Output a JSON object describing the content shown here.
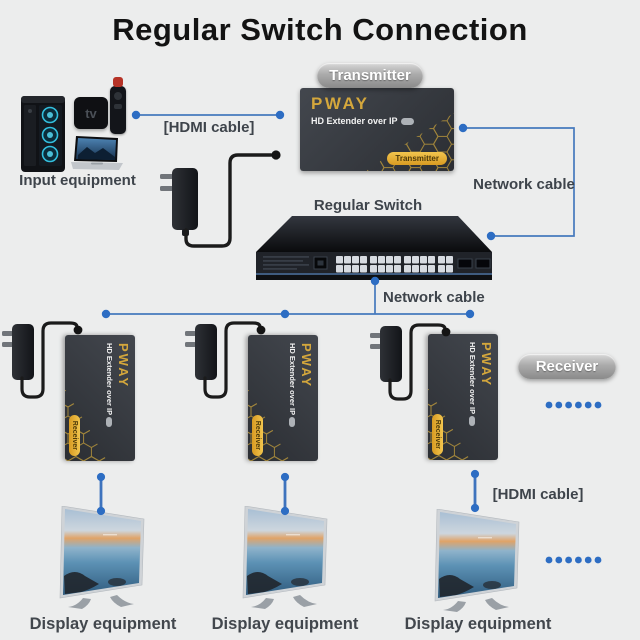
{
  "title": "Regular Switch Connection",
  "tags": {
    "transmitter": "Transmitter",
    "receiver": "Receiver"
  },
  "card": {
    "brand": "PWAY",
    "product": "HD Extender over IP",
    "transmitter_role": "Transmitter",
    "receiver_role": "Receiver"
  },
  "input_group": {
    "label": "Input equipment",
    "tv_box_text": "tv"
  },
  "switch_label": "Regular Switch",
  "connections": {
    "hdmi_top": "[HDMI cable]",
    "hdmi_bottom": "[HDMI cable]",
    "network_top": "Network cable",
    "network_bottom": "Network cable"
  },
  "displays": [
    {
      "label": "Display equipment"
    },
    {
      "label": "Display equipment"
    },
    {
      "label": "Display equipment"
    }
  ],
  "more_indicators": {
    "receiver_dots_count": 6,
    "display_dots_count": 6
  },
  "colors": {
    "background": "#eceded",
    "accent_blue": "#3b74c4",
    "brand_gold": "#d4a73c",
    "device_dark": "#33373d",
    "cable_black": "#1b1b1b",
    "label_gray": "#3e444b",
    "tag_gray": "#9c9c9c"
  }
}
